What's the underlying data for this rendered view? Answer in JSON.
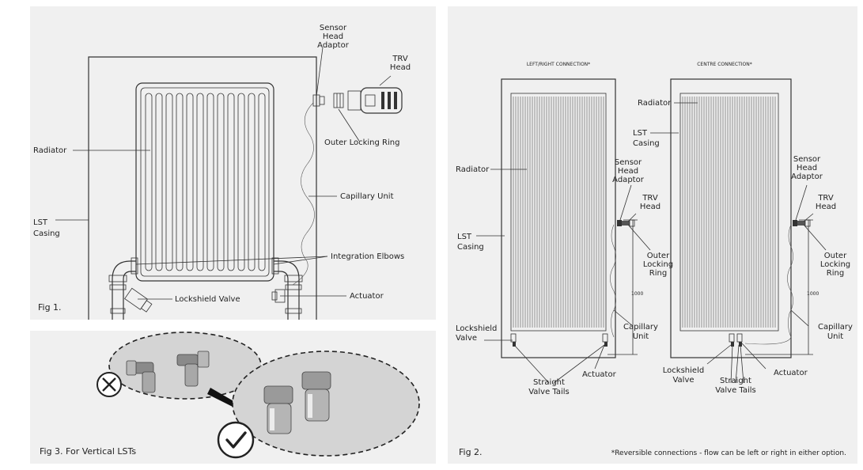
{
  "fig1": {
    "caption": "Fig 1.",
    "labels": {
      "sensor_head_adaptor": [
        "Sensor",
        "Head",
        "Adaptor"
      ],
      "trv_head": [
        "TRV",
        "Head"
      ],
      "outer_locking_ring": "Outer Locking Ring",
      "radiator": "Radiator",
      "capillary_unit": "Capillary Unit",
      "lst_casing": [
        "LST",
        "Casing"
      ],
      "integration_elbows": "Integration Elbows",
      "lockshield_valve": "Lockshield Valve",
      "actuator": "Actuator"
    }
  },
  "fig3": {
    "caption": "Fig 3. For Vertical LSTs"
  },
  "fig2": {
    "caption": "Fig 2.",
    "note": "*Reversible connections - flow can be left or right in either option.",
    "left_title": "LEFT/RIGHT CONNECTION*",
    "centre_title": "CENTRE CONNECTION*",
    "labels": {
      "radiator": "Radiator",
      "lst_casing": [
        "LST",
        "Casing"
      ],
      "sensor_head_adaptor": [
        "Sensor",
        "Head",
        "Adaptor"
      ],
      "trv_head": [
        "TRV",
        "Head"
      ],
      "outer_locking_ring": [
        "Outer",
        "Locking",
        "Ring"
      ],
      "dimension": "1000",
      "capillary_unit": [
        "Capillary",
        "Unit"
      ],
      "lockshield_valve": [
        "Lockshield",
        "Valve"
      ],
      "actuator": "Actuator",
      "straight_valve_tails": [
        "Straight",
        "Valve Tails"
      ]
    }
  }
}
